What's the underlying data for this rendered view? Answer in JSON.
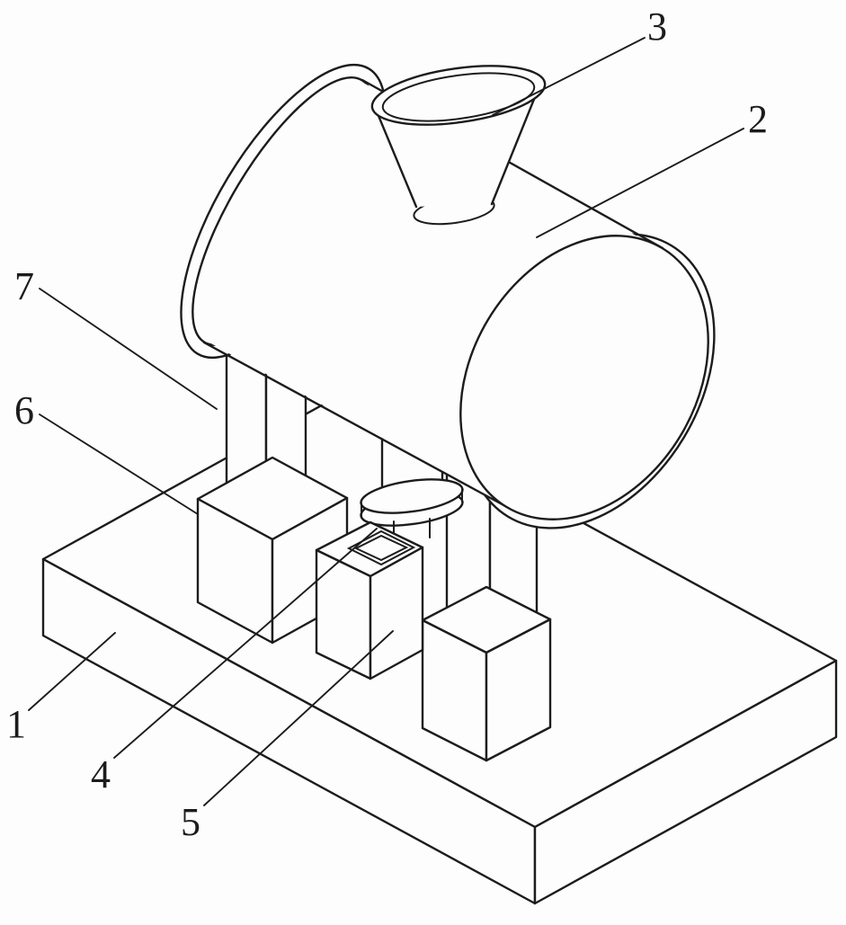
{
  "colors": {
    "line": "#1c1c1c",
    "background": "#fdfdfd"
  },
  "labels": {
    "l1": {
      "text": "1"
    },
    "l2": {
      "text": "2"
    },
    "l3": {
      "text": "3"
    },
    "l4": {
      "text": "4"
    },
    "l5": {
      "text": "5"
    },
    "l6": {
      "text": "6"
    },
    "l7": {
      "text": "7"
    }
  }
}
